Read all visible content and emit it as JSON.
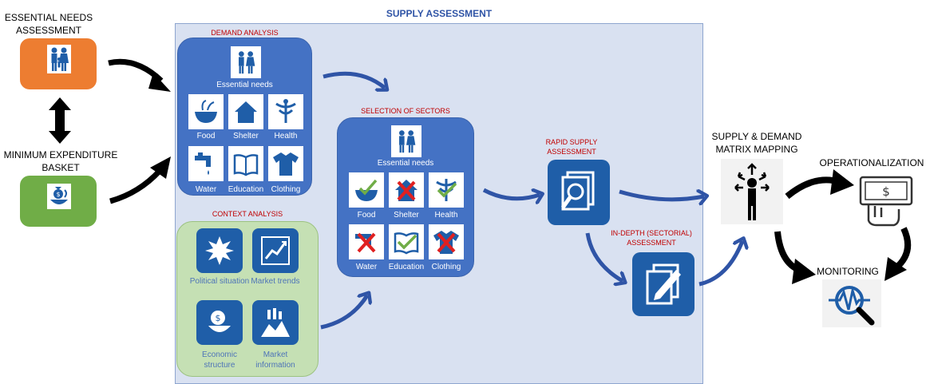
{
  "left": {
    "needs_title": "ESSENTIAL NEEDS ASSESSMENT",
    "meb_title": "MINIMUM EXPENDITURE BASKET"
  },
  "supply": {
    "title": "SUPPLY ASSESSMENT",
    "demand": {
      "title": "DEMAND ANALYSIS",
      "header": "Essential needs",
      "items": [
        "Food",
        "Shelter",
        "Health",
        "Water",
        "Education",
        "Clothing"
      ]
    },
    "context": {
      "title": "CONTEXT ANALYSIS",
      "items": [
        "Political situation",
        "Market trends",
        "Economic structure",
        "Market information"
      ]
    },
    "sectors": {
      "title": "SELECTION OF SECTORS",
      "header": "Essential needs",
      "items": [
        "Food",
        "Shelter",
        "Health",
        "Water",
        "Education",
        "Clothing"
      ]
    },
    "rapid": "RAPID SUPPLY ASSESSMENT",
    "indepth": "IN-DEPTH (SECTORIAL) ASSESSMENT"
  },
  "right": {
    "matrix": "SUPPLY & DEMAND MATRIX MAPPING",
    "operationalization": "OPERATIONALIZATION",
    "monitoring": "MONITORING"
  },
  "colors": {
    "orange": "#ed7d31",
    "green": "#70ad47",
    "blue": "#4472c4",
    "dark_blue": "#1f5ea8",
    "panel": "#d9e1f1",
    "context_green": "#c5e0b4",
    "red": "#c00000"
  }
}
